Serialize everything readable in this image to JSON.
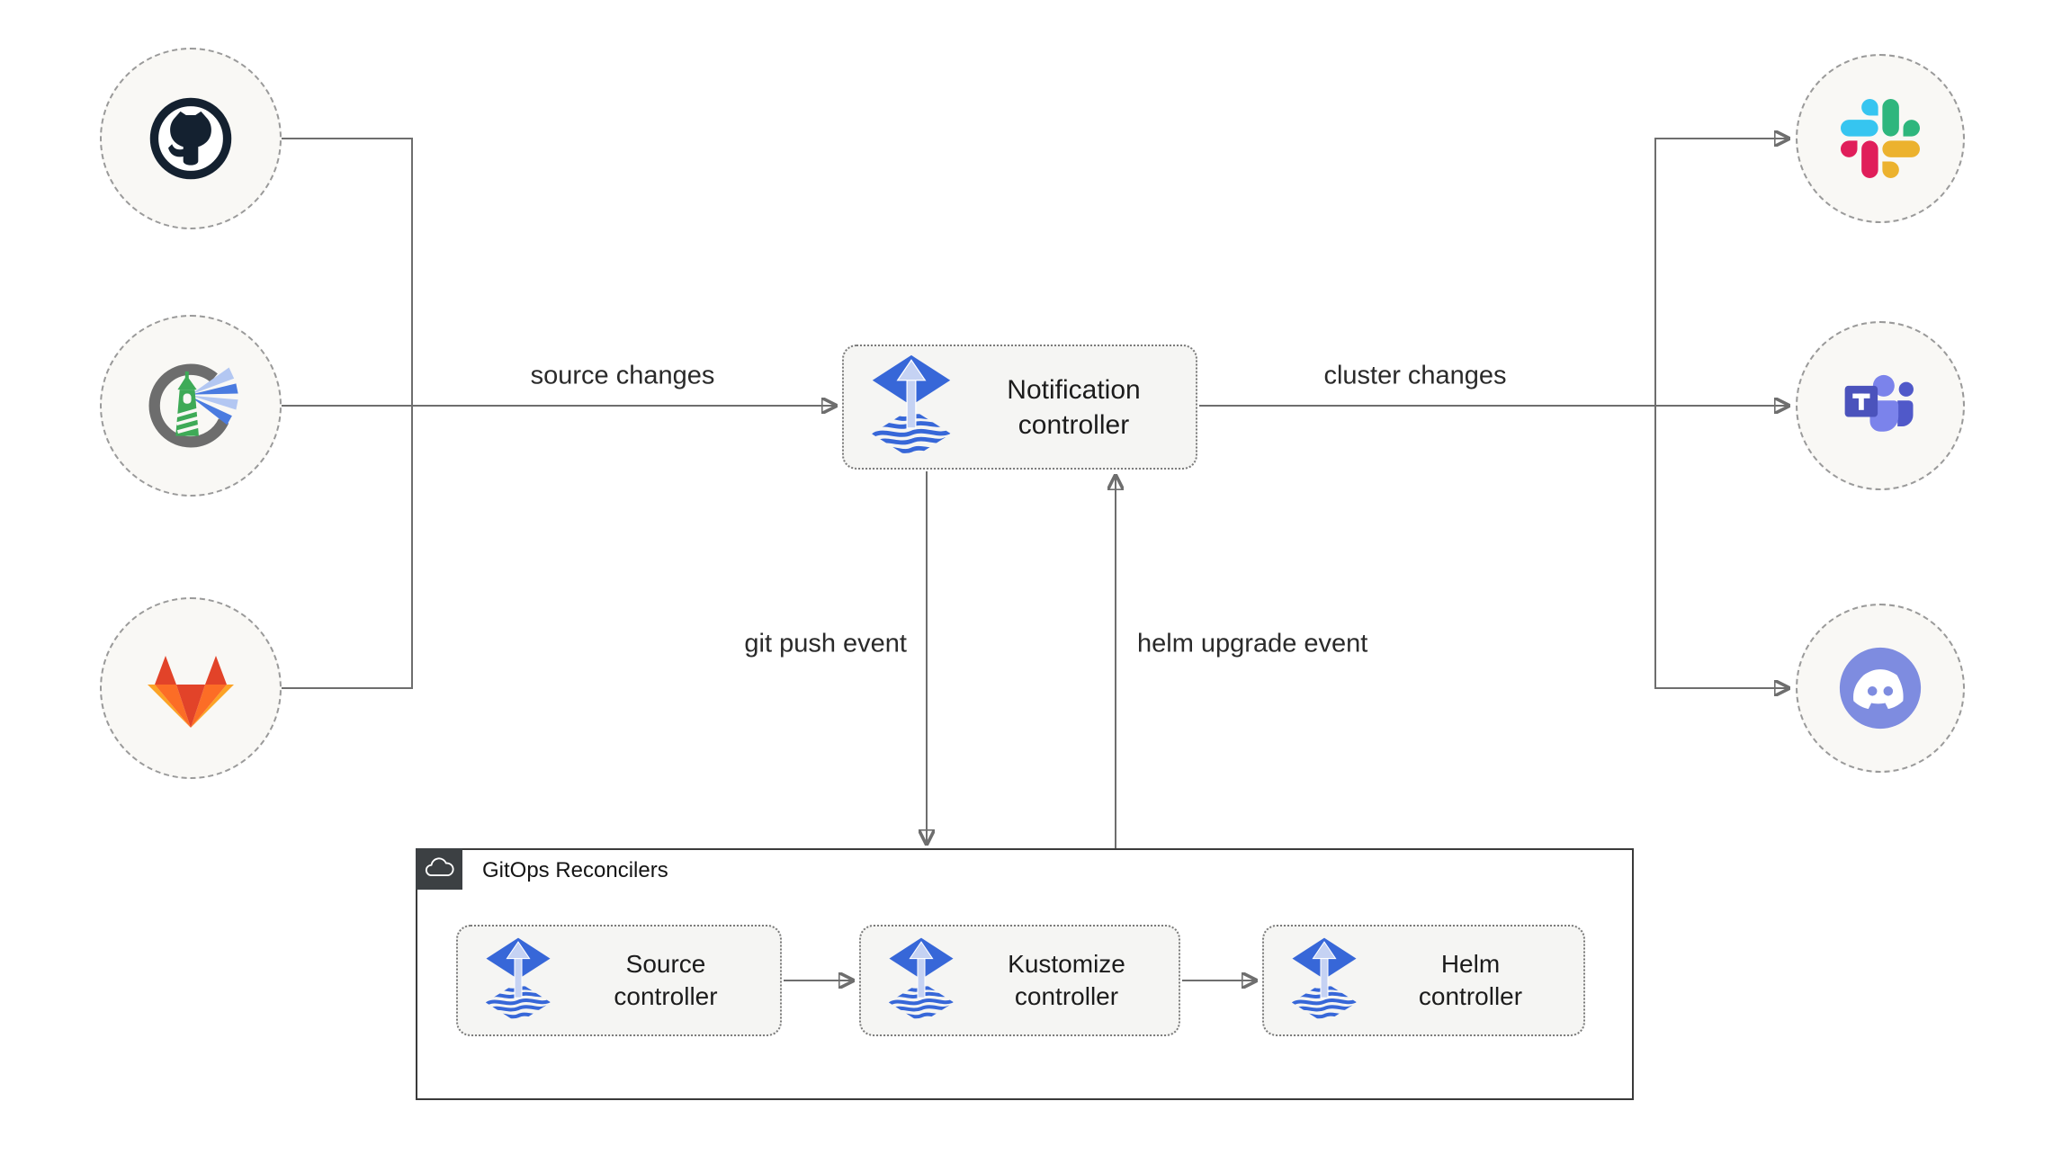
{
  "nodes": {
    "notification": {
      "label": "Notification controller",
      "icon": "flux-icon"
    },
    "source": {
      "label": "Source controller",
      "icon": "flux-icon"
    },
    "kustomize": {
      "label": "Kustomize controller",
      "icon": "flux-icon"
    },
    "helm": {
      "label": "Helm controller",
      "icon": "flux-icon"
    }
  },
  "group": {
    "title": "GitOps Reconcilers",
    "icon": "cloud-icon"
  },
  "edge_labels": {
    "source_changes": "source changes",
    "cluster_changes": "cluster changes",
    "git_push_event": "git push event",
    "helm_upgrade_event": "helm upgrade event"
  },
  "endpoints": {
    "left": [
      {
        "icon": "github-icon"
      },
      {
        "icon": "harbor-icon"
      },
      {
        "icon": "gitlab-icon"
      }
    ],
    "right": [
      {
        "icon": "slack-icon"
      },
      {
        "icon": "teams-icon"
      },
      {
        "icon": "discord-icon"
      }
    ]
  },
  "colors": {
    "background": "#ffffff",
    "connector": "#6e6e6e",
    "node_fill": "#f5f5f3",
    "node_border": "#7a7a7a",
    "endpoint_fill": "#f9f8f5",
    "endpoint_border": "#9a9a9a",
    "group_border": "#3a3a3a",
    "group_badge": "#3c4043",
    "flux_blue": "#3767d8",
    "flux_arrow": "#c5d2f3",
    "label_text": "#1c1c1c",
    "github_navy": "#142130",
    "harbor_green": "#3eaa57",
    "gitlab_red": "#e24329",
    "gitlab_orange": "#fc6d26",
    "gitlab_amber": "#fca326",
    "slack_blue": "#36c5f0",
    "slack_green": "#2eb67d",
    "slack_yellow": "#ecb22e",
    "slack_pink": "#e01e5a",
    "teams_purple": "#4b53bc",
    "teams_light": "#7b83eb",
    "teams_mid": "#5059c9",
    "discord_blurple": "#7e8ce0"
  }
}
